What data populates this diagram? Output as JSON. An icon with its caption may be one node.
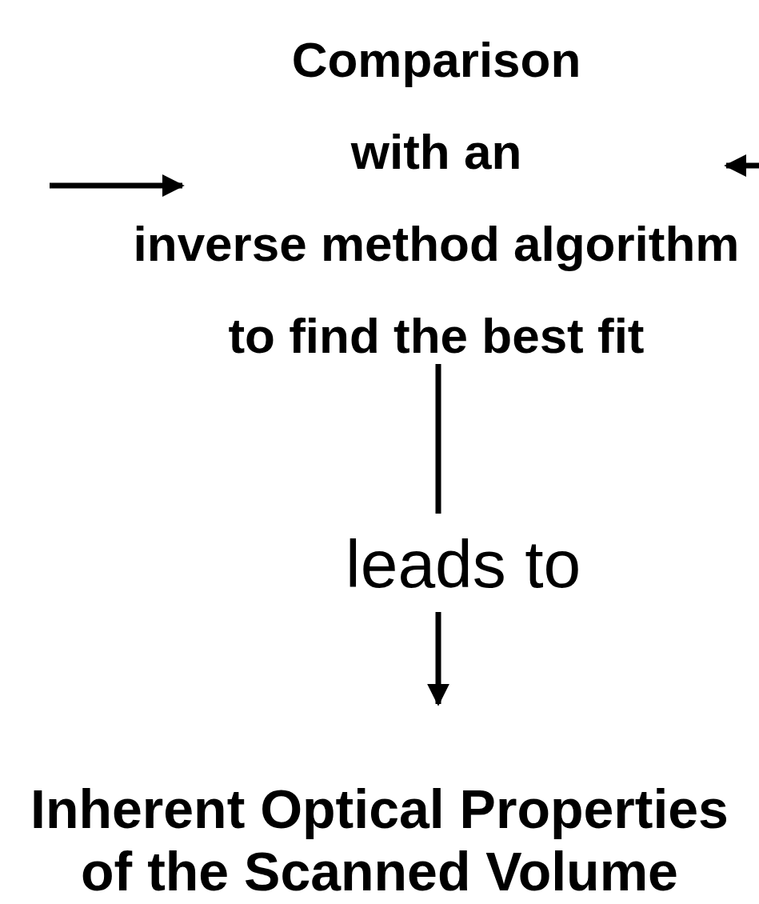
{
  "diagram": {
    "nodes": [
      {
        "text": [
          "Comparison",
          "with an",
          "inverse method algorithm",
          "to find the best fit"
        ]
      },
      {
        "text": [
          "leads to"
        ]
      },
      {
        "text": [
          "Inherent Optical Properties of the Scanned Volume"
        ]
      }
    ],
    "edges": [
      {
        "from": null,
        "to": 0,
        "arrow": "to"
      },
      {
        "from": null,
        "to": 0,
        "arrow": "to"
      },
      {
        "from": 0,
        "to": 1,
        "arrow": "none"
      },
      {
        "from": 1,
        "to": 2,
        "arrow": "to"
      }
    ]
  }
}
